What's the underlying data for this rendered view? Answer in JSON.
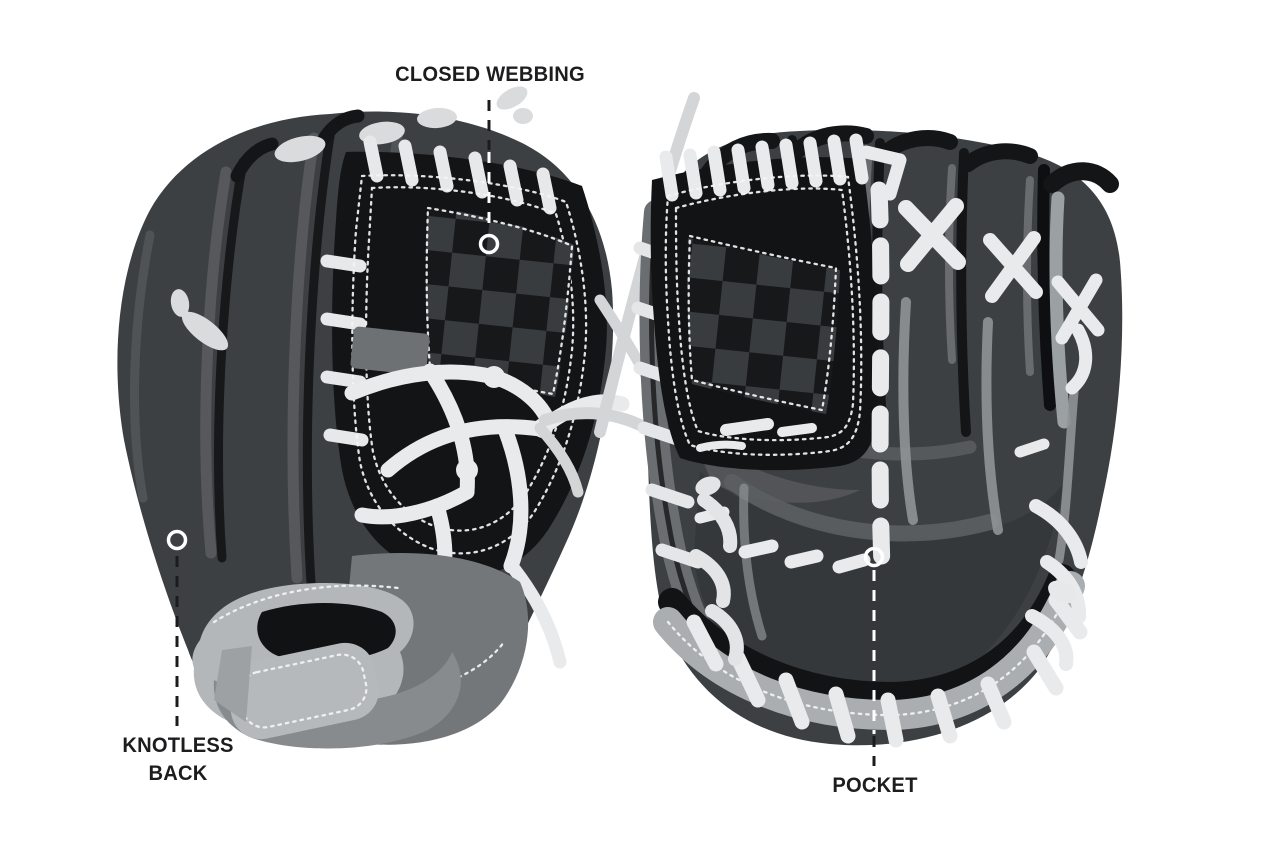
{
  "diagram": {
    "background_color": "#ffffff",
    "subject": "softball glove illustration, back view (left) and palm view (right)",
    "callouts": [
      {
        "id": "closed-webbing",
        "label": "CLOSED WEBBING"
      },
      {
        "id": "knotless-back",
        "label": "KNOTLESS BACK",
        "lines": [
          "KNOTLESS",
          "BACK"
        ]
      },
      {
        "id": "pocket",
        "label": "POCKET"
      }
    ],
    "palette": {
      "label_text": "#1d1d1f",
      "callout_line_dark": "#1c1c1e",
      "callout_line_light": "#ffffff",
      "leather_dark_gray": "#3d4043",
      "leather_black": "#141517",
      "checker_gray": "#393c3f",
      "lace_white": "#e8eaeb",
      "binding_light_gray": "#b4b7b9",
      "wrist_band_gray": "#888b8e",
      "heel_gray": "#74777a",
      "highlight_gray": "#8f9396"
    }
  }
}
